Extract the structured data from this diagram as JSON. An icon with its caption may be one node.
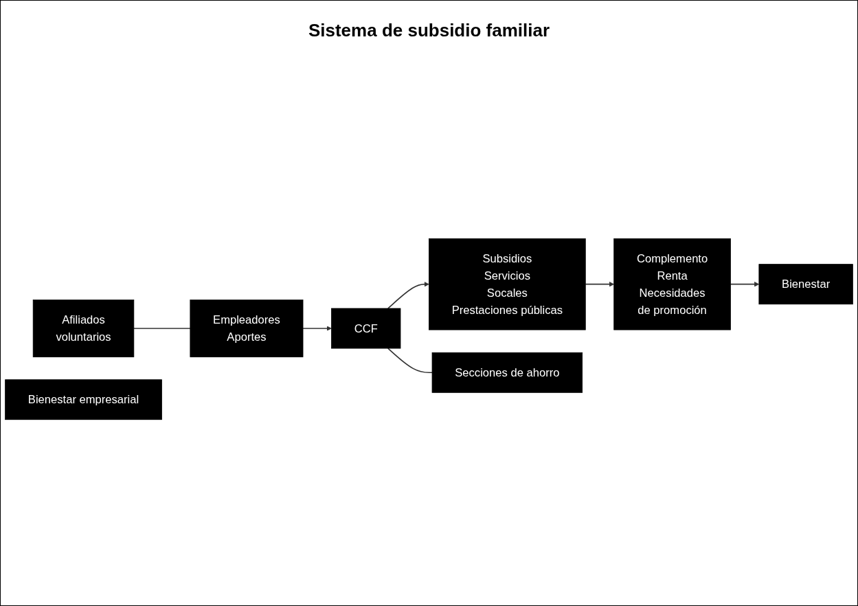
{
  "diagram": {
    "title": "Sistema de subsidio familiar",
    "nodes": [
      {
        "text": [
          "Afiliados",
          "voluntarios"
        ]
      },
      {
        "text": [
          "Empleadores",
          "Aportes"
        ]
      },
      {
        "text": [
          "CCF"
        ]
      },
      {
        "text": [
          "Subsidios",
          "Servicios",
          "Socales",
          "Prestaciones públicas"
        ]
      },
      {
        "text": [
          "Complemento",
          "Renta",
          "Necesidades",
          "de promoción"
        ]
      },
      {
        "text": [
          "Bienestar"
        ]
      },
      {
        "text": [
          "Secciones de ahorro"
        ]
      },
      {
        "text": [
          "Bienestar empresarial"
        ]
      }
    ],
    "edges": [
      {
        "from": 0,
        "to": 1,
        "arrow": "none"
      },
      {
        "from": 1,
        "to": 2,
        "arrow": "to"
      },
      {
        "from": 2,
        "to": 3,
        "arrow": "to"
      },
      {
        "from": 3,
        "to": 4,
        "arrow": "to"
      },
      {
        "from": 4,
        "to": 5,
        "arrow": "to"
      },
      {
        "from": 2,
        "to": 6,
        "arrow": "none"
      }
    ]
  }
}
